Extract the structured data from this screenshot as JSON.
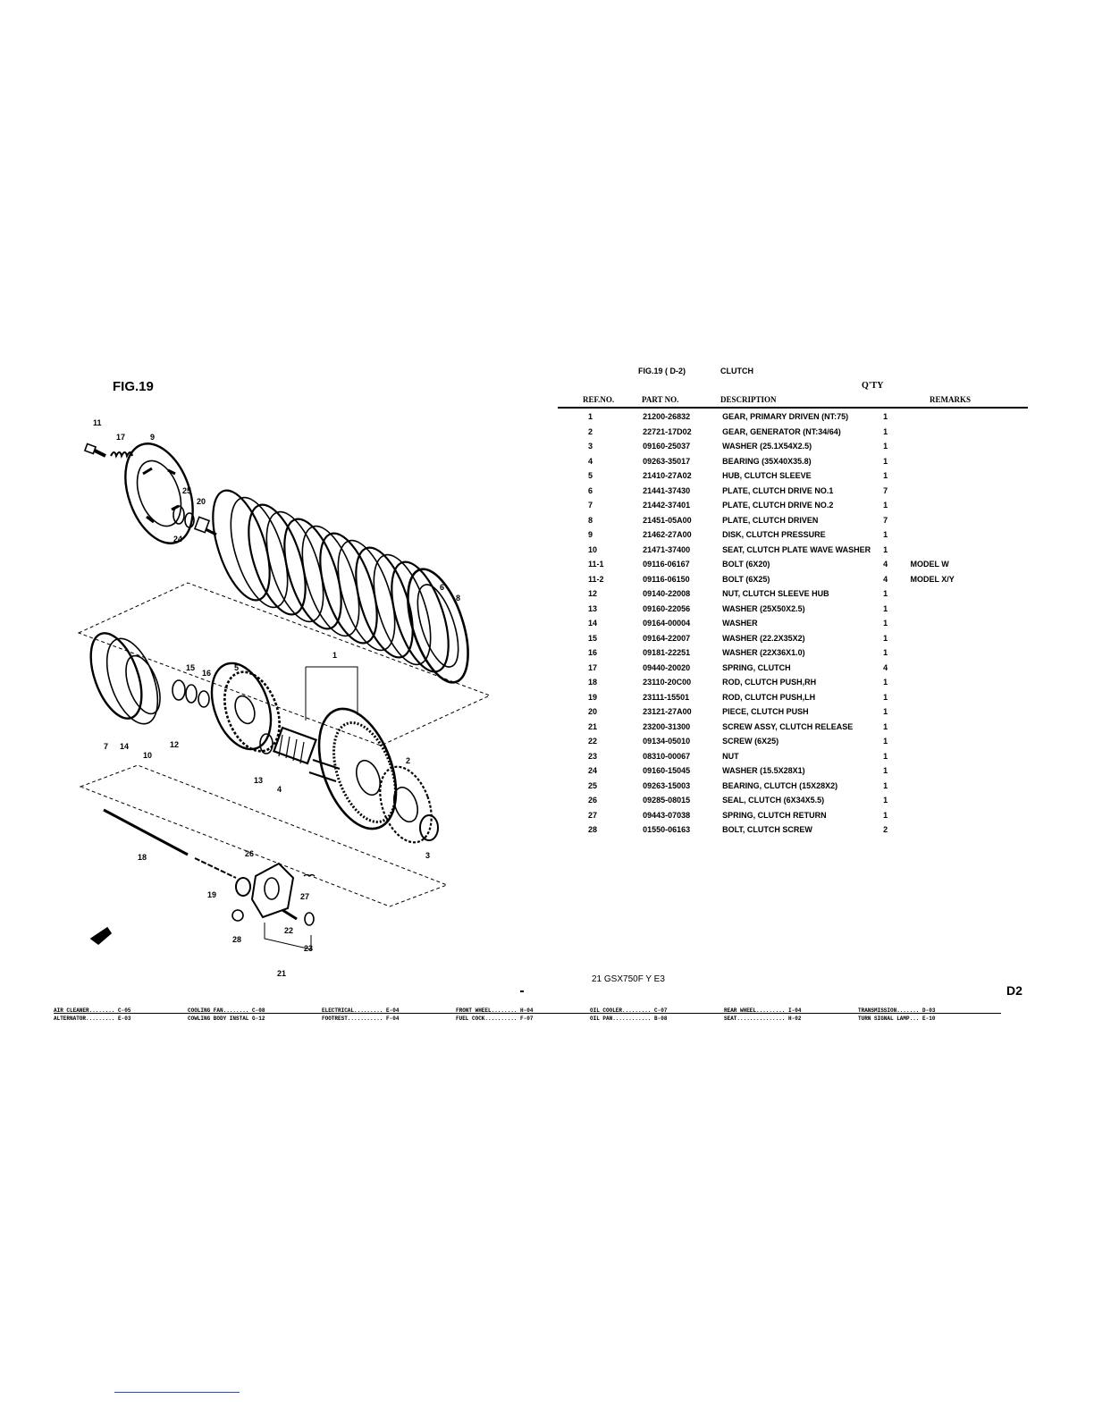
{
  "figure": {
    "title": "FIG.19",
    "header_fig": "FIG.19 ( D-2)",
    "header_section": "CLUTCH",
    "qty_label": "Q'TY"
  },
  "table": {
    "headers": [
      "REF.NO.",
      "PART NO.",
      "DESCRIPTION",
      "REMARKS"
    ],
    "rows": [
      {
        "ref": "1",
        "part": "21200-26832",
        "desc": "GEAR, PRIMARY DRIVEN (NT:75)",
        "qty": "1",
        "remarks": ""
      },
      {
        "ref": "2",
        "part": "22721-17D02",
        "desc": "GEAR, GENERATOR (NT:34/64)",
        "qty": "1",
        "remarks": ""
      },
      {
        "ref": "3",
        "part": "09160-25037",
        "desc": "WASHER (25.1X54X2.5)",
        "qty": "1",
        "remarks": ""
      },
      {
        "ref": "4",
        "part": "09263-35017",
        "desc": "BEARING (35X40X35.8)",
        "qty": "1",
        "remarks": ""
      },
      {
        "ref": "5",
        "part": "21410-27A02",
        "desc": "HUB, CLUTCH SLEEVE",
        "qty": "1",
        "remarks": ""
      },
      {
        "ref": "6",
        "part": "21441-37430",
        "desc": "PLATE, CLUTCH DRIVE NO.1",
        "qty": "7",
        "remarks": ""
      },
      {
        "ref": "7",
        "part": "21442-37401",
        "desc": "PLATE, CLUTCH DRIVE NO.2",
        "qty": "1",
        "remarks": ""
      },
      {
        "ref": "8",
        "part": "21451-05A00",
        "desc": "PLATE, CLUTCH DRIVEN",
        "qty": "7",
        "remarks": ""
      },
      {
        "ref": "9",
        "part": "21462-27A00",
        "desc": "DISK, CLUTCH PRESSURE",
        "qty": "1",
        "remarks": ""
      },
      {
        "ref": "10",
        "part": "21471-37400",
        "desc": "SEAT, CLUTCH PLATE WAVE WASHER",
        "qty": "1",
        "remarks": ""
      },
      {
        "ref": "11-1",
        "part": "09116-06167",
        "desc": "BOLT (6X20)",
        "qty": "4",
        "remarks": "MODEL W"
      },
      {
        "ref": "11-2",
        "part": "09116-06150",
        "desc": "BOLT (6X25)",
        "qty": "4",
        "remarks": "MODEL X/Y"
      },
      {
        "ref": "12",
        "part": "09140-22008",
        "desc": "NUT, CLUTCH SLEEVE HUB",
        "qty": "1",
        "remarks": ""
      },
      {
        "ref": "13",
        "part": "09160-22056",
        "desc": "WASHER (25X50X2.5)",
        "qty": "1",
        "remarks": ""
      },
      {
        "ref": "14",
        "part": "09164-00004",
        "desc": "WASHER",
        "qty": "1",
        "remarks": ""
      },
      {
        "ref": "15",
        "part": "09164-22007",
        "desc": "WASHER (22.2X35X2)",
        "qty": "1",
        "remarks": ""
      },
      {
        "ref": "16",
        "part": "09181-22251",
        "desc": "WASHER (22X36X1.0)",
        "qty": "1",
        "remarks": ""
      },
      {
        "ref": "17",
        "part": "09440-20020",
        "desc": "SPRING, CLUTCH",
        "qty": "4",
        "remarks": ""
      },
      {
        "ref": "18",
        "part": "23110-20C00",
        "desc": "ROD, CLUTCH PUSH,RH",
        "qty": "1",
        "remarks": ""
      },
      {
        "ref": "19",
        "part": "23111-15501",
        "desc": "ROD, CLUTCH PUSH,LH",
        "qty": "1",
        "remarks": ""
      },
      {
        "ref": "20",
        "part": "23121-27A00",
        "desc": "PIECE, CLUTCH PUSH",
        "qty": "1",
        "remarks": ""
      },
      {
        "ref": "21",
        "part": "23200-31300",
        "desc": "SCREW ASSY, CLUTCH RELEASE",
        "qty": "1",
        "remarks": ""
      },
      {
        "ref": "22",
        "part": "09134-05010",
        "desc": "SCREW (6X25)",
        "qty": "1",
        "remarks": ""
      },
      {
        "ref": "23",
        "part": "08310-00067",
        "desc": "NUT",
        "qty": "1",
        "remarks": ""
      },
      {
        "ref": "24",
        "part": "09160-15045",
        "desc": "WASHER (15.5X28X1)",
        "qty": "1",
        "remarks": ""
      },
      {
        "ref": "25",
        "part": "09263-15003",
        "desc": "BEARING, CLUTCH (15X28X2)",
        "qty": "1",
        "remarks": ""
      },
      {
        "ref": "26",
        "part": "09285-08015",
        "desc": "SEAL, CLUTCH (6X34X5.5)",
        "qty": "1",
        "remarks": ""
      },
      {
        "ref": "27",
        "part": "09443-07038",
        "desc": "SPRING, CLUTCH RETURN",
        "qty": "1",
        "remarks": ""
      },
      {
        "ref": "28",
        "part": "01550-06163",
        "desc": "BOLT, CLUTCH SCREW",
        "qty": "2",
        "remarks": ""
      }
    ]
  },
  "diagram": {
    "callouts": [
      "11",
      "17",
      "9",
      "25",
      "20",
      "24",
      "6",
      "8",
      "15",
      "16",
      "5",
      "1",
      "7",
      "14",
      "10",
      "12",
      "13",
      "4",
      "2",
      "3",
      "18",
      "26",
      "19",
      "27",
      "22",
      "28",
      "23",
      "21"
    ]
  },
  "footer": {
    "model": "21 GSX750F Y E3",
    "page_code": "D2"
  },
  "index": {
    "row1": [
      "AIR CLEANER........ C-05",
      "COOLING FAN........ C-08",
      "ELECTRICAL......... E-04",
      "FRONT WHEEL........ H-04",
      "OIL COOLER......... C-07",
      "REAR WHEEL......... I-04",
      "TRANSMISSION....... D-03"
    ],
    "row2": [
      "ALTERNATOR......... E-03",
      "COWLING BODY INSTAL G-12",
      "FOOTREST........... F-04",
      "FUEL COCK.......... F-07",
      "OIL PAN............ B-08",
      "SEAT............... H-02",
      "TURN SIGNAL LAMP... E-10"
    ]
  }
}
